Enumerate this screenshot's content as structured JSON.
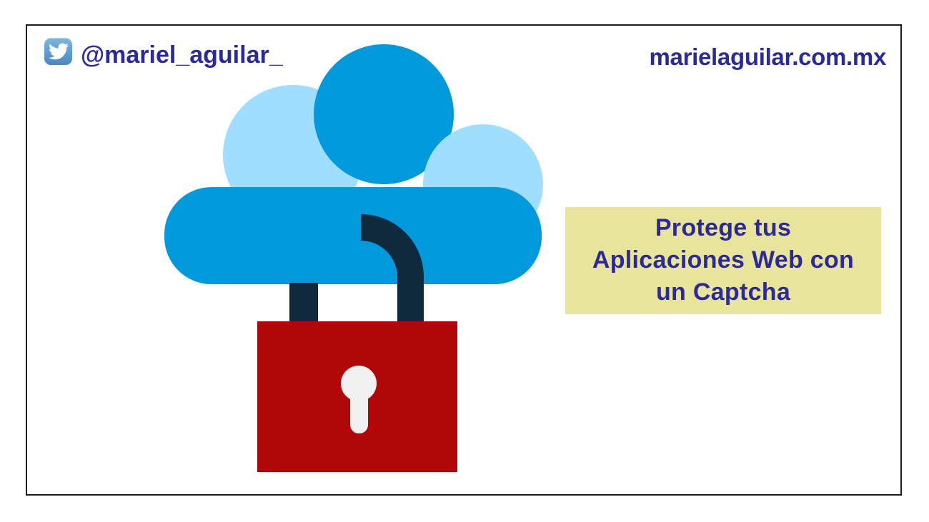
{
  "header": {
    "twitter_handle": "@mariel_aguilar_",
    "website": "marielaguilar.com.mx"
  },
  "callout": {
    "lines": [
      "Protege tus",
      "Aplicaciones Web con",
      "un Captcha"
    ]
  },
  "icons": {
    "twitter": "twitter-bird-icon",
    "illustration": "cloud-with-padlock-icon"
  },
  "colors": {
    "text_navy": "#2B2A9B",
    "cloud_blue": "#0099DC",
    "cloud_light_blue": "#9FDEFE",
    "shackle_dark": "#0E2A3C",
    "lock_red": "#B00808",
    "keyhole_white": "#F1F1F1",
    "callout_bg": "#E8E49A",
    "frame_border": "#1E1E1E",
    "twitter_icon_blue": "#4A86C5"
  }
}
